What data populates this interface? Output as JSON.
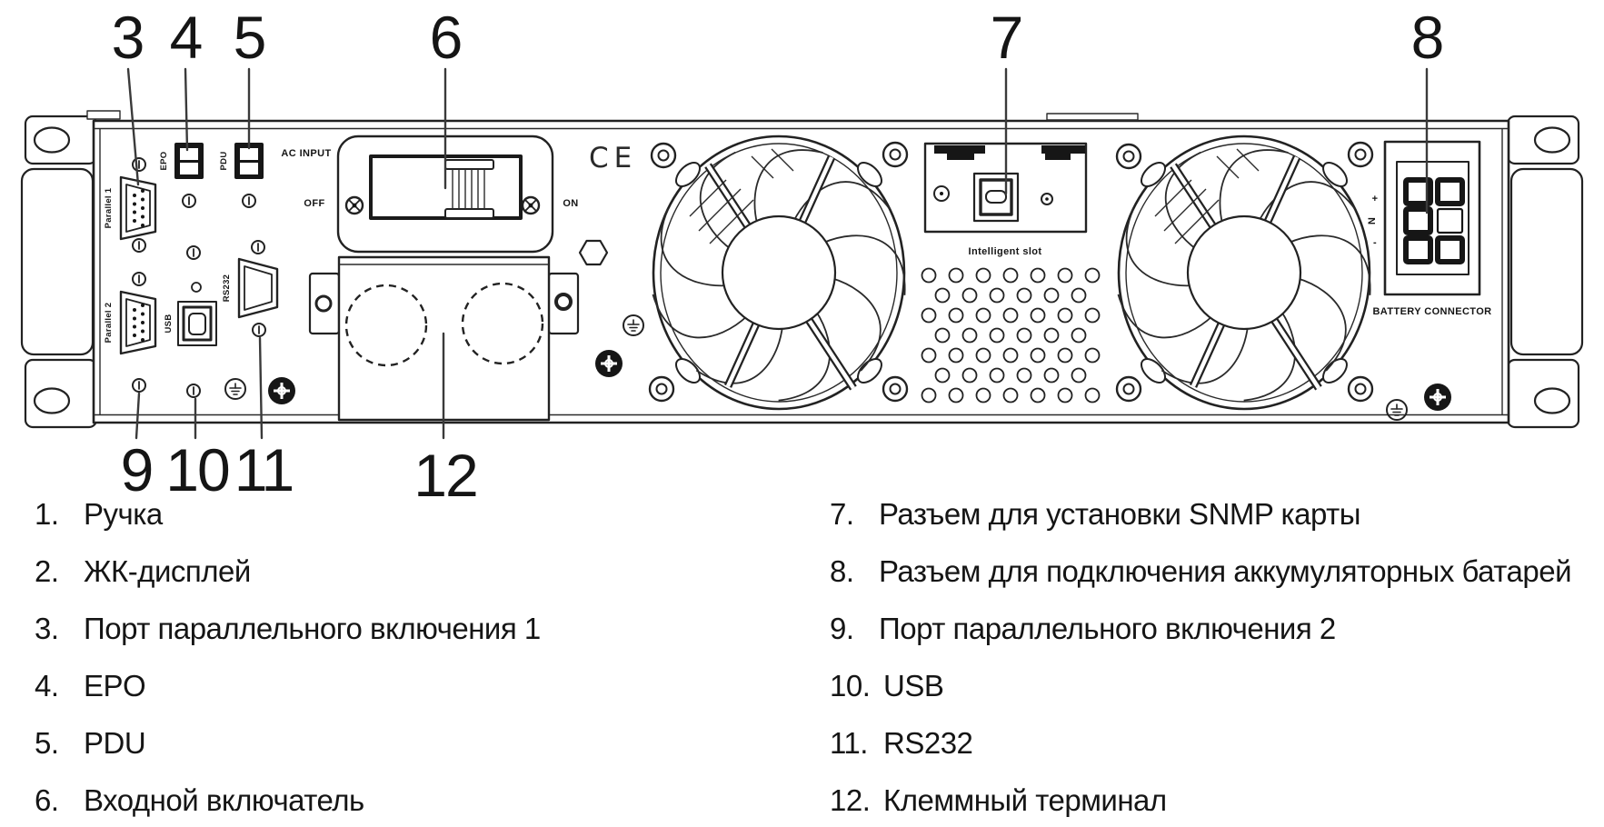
{
  "figure": {
    "description": "UPS rear panel diagram with numbered callouts",
    "ink_color": "#222222",
    "background": "#ffffff"
  },
  "callouts": {
    "top": [
      "3",
      "4",
      "5",
      "6",
      "7",
      "8"
    ],
    "bottom": [
      "9",
      "10",
      "11",
      "12"
    ]
  },
  "panel_labels": {
    "ac_input": "AC INPUT",
    "off": "OFF",
    "on": "ON",
    "epo": "EPO",
    "pdu": "PDU",
    "parallel1": "Parallel 1",
    "parallel2": "Parallel 2",
    "usb": "USB",
    "rs232": "RS232",
    "ce_mark": "CE",
    "intelligent_slot": "Intelligent slot",
    "battery_connector": "BATTERY CONNECTOR",
    "battery_plus": "+",
    "battery_n": "N",
    "battery_minus": "-"
  },
  "legend": {
    "left": [
      {
        "num": "1.",
        "label": "Ручка"
      },
      {
        "num": "2.",
        "label": "ЖК-дисплей"
      },
      {
        "num": "3.",
        "label": "Порт параллельного включения 1"
      },
      {
        "num": "4.",
        "label": "EPO"
      },
      {
        "num": "5.",
        "label": "PDU"
      },
      {
        "num": "6.",
        "label": "Входной включатель"
      }
    ],
    "right": [
      {
        "num": "7.",
        "label": "Разъем для установки SNMP карты"
      },
      {
        "num": "8.",
        "label": "Разъем для подключения аккумуляторных батарей"
      },
      {
        "num": "9.",
        "label": "Порт параллельного включения 2"
      },
      {
        "num": "10.",
        "label": "USB"
      },
      {
        "num": "11.",
        "label": "RS232"
      },
      {
        "num": "12.",
        "label": "Клеммный терминал"
      }
    ]
  }
}
